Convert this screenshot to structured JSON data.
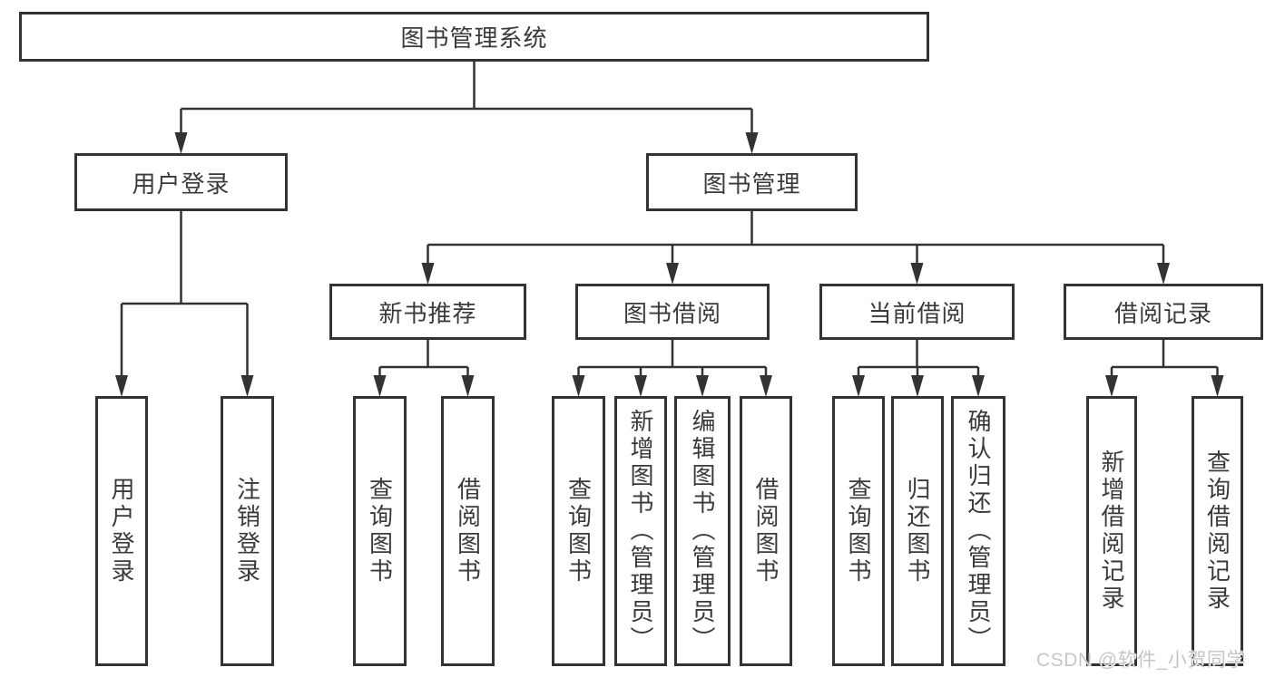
{
  "tree": {
    "root": "图书管理系统",
    "branches": [
      {
        "label": "用户登录",
        "leaves": [
          "用户登录",
          "注销登录"
        ]
      },
      {
        "label": "图书管理",
        "sections": [
          {
            "label": "新书推荐",
            "leaves": [
              "查询图书",
              "借阅图书"
            ]
          },
          {
            "label": "图书借阅",
            "leaves": [
              "查询图书",
              "新增图书（管理员）",
              "编辑图书（管理员）",
              "借阅图书"
            ]
          },
          {
            "label": "当前借阅",
            "leaves": [
              "查询图书",
              "归还图书",
              "确认归还（管理员）"
            ]
          },
          {
            "label": "借阅记录",
            "leaves": [
              "新增借阅记录",
              "查询借阅记录"
            ]
          }
        ]
      }
    ]
  },
  "watermark": {
    "text": "CSDN @软件_小贺同学"
  },
  "colors": {
    "line": "#333333",
    "text": "#3a3a3a",
    "box_background": "#ffffff",
    "watermark": "#c6c6c6",
    "background": "#ffffff"
  }
}
